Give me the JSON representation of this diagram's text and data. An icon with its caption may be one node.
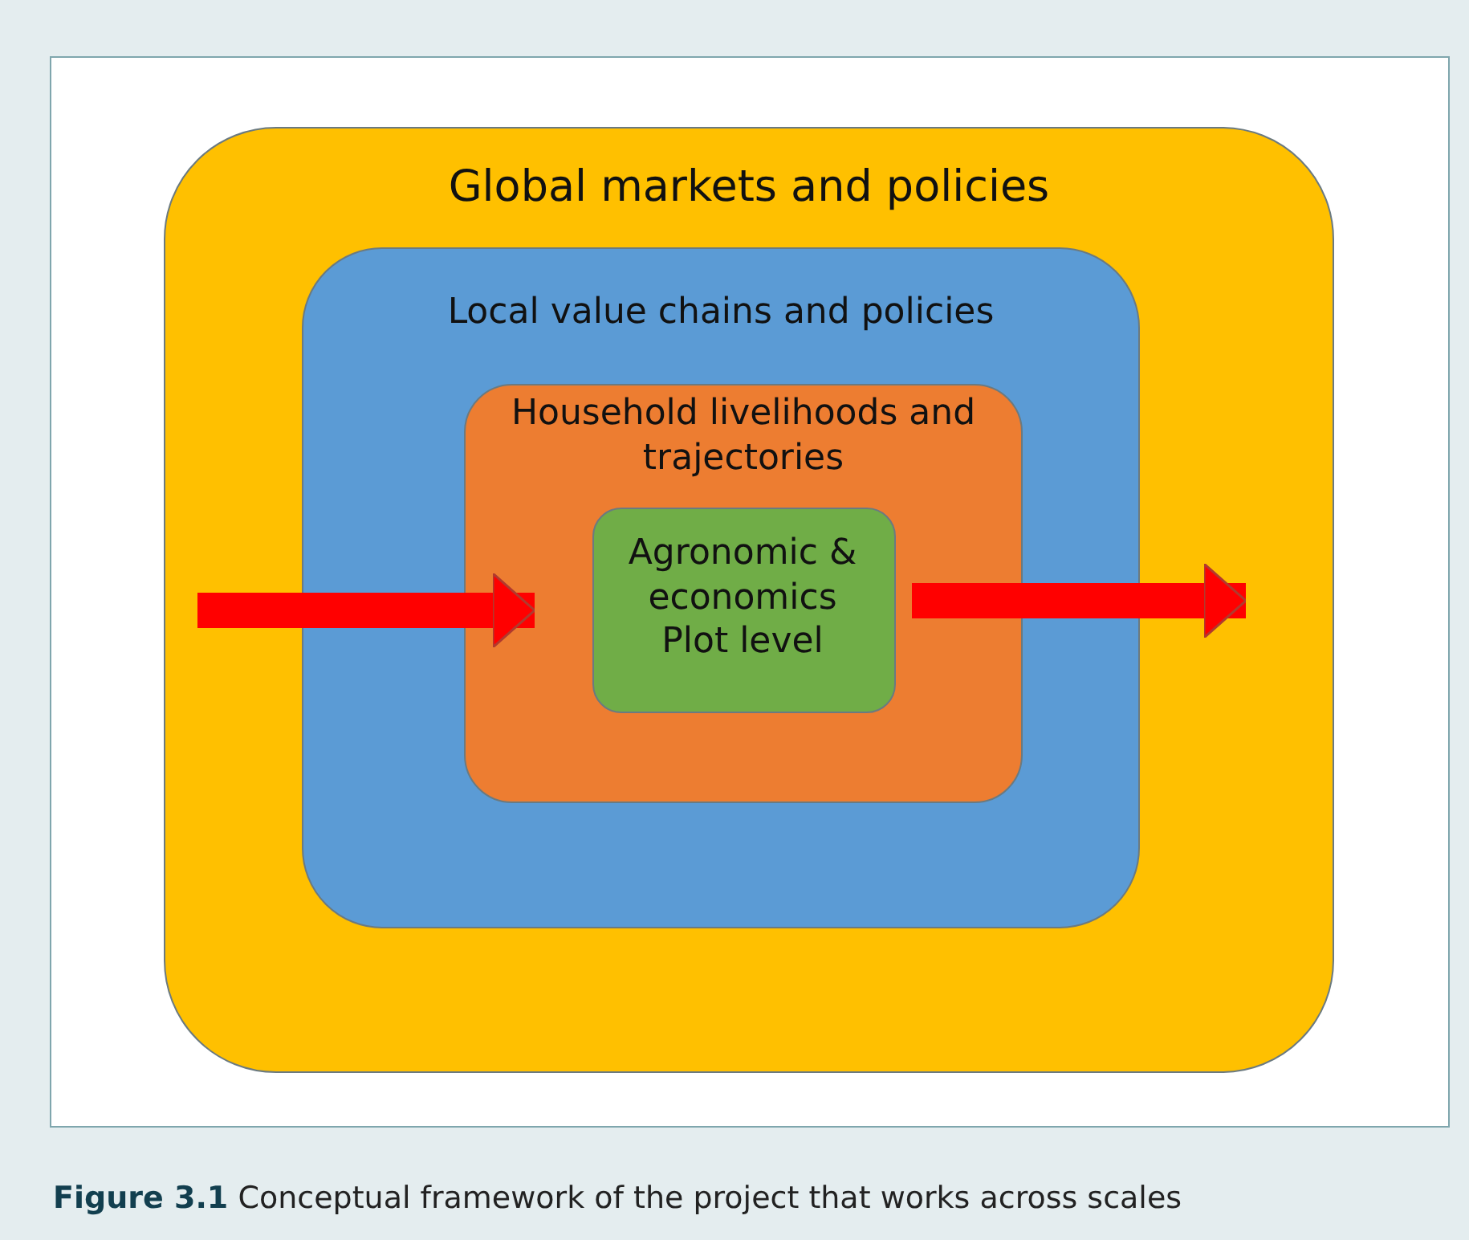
{
  "diagram": {
    "caption": "**Figure 3.1** Conceptual framework of the project that works across scales",
    "nodes": [
      {
        "text": [
          "Global markets and policies"
        ]
      },
      {
        "text": [
          "Local value chains and policies"
        ],
        "in": 0
      },
      {
        "text": [
          "Household livelihoods and trajectories"
        ],
        "in": 1
      },
      {
        "text": [
          "Agronomic & economics Plot level"
        ],
        "in": 2
      }
    ],
    "edges": [
      {
        "from": null,
        "to": 3,
        "arrow": "to"
      },
      {
        "from": 3,
        "to": null,
        "arrow": "to"
      }
    ]
  }
}
